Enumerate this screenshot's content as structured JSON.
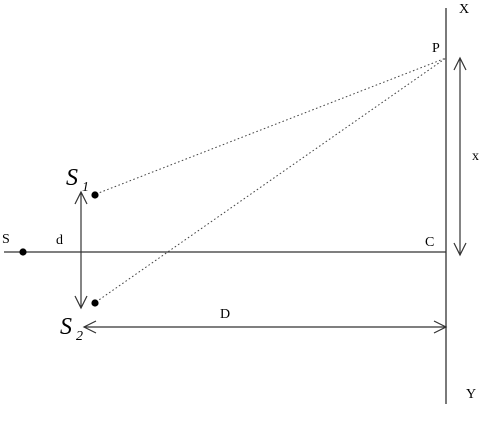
{
  "labels": {
    "X": "X",
    "Y": "Y",
    "P": "P",
    "C": "C",
    "S": "S",
    "d": "d",
    "D": "D",
    "x": "x",
    "S1_main": "S",
    "S1_sub": "1",
    "S2_main": "S",
    "S2_sub": "2"
  }
}
